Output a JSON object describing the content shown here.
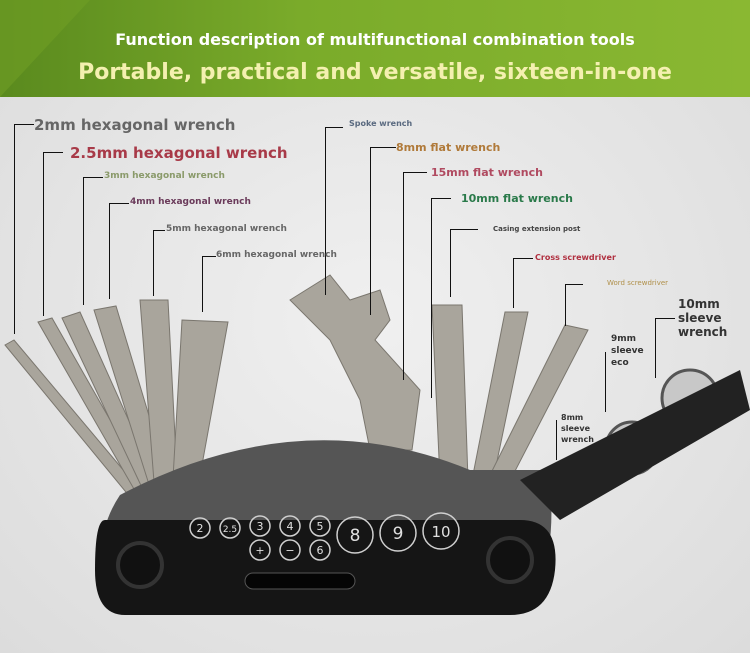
{
  "header": {
    "title": "Function description of multifunctional combination tools",
    "subtitle": "Portable, practical and versatile, sixteen-in-one"
  },
  "labels": [
    {
      "text": "2mm hexagonal wrench",
      "color": "#666666"
    },
    {
      "text": "2.5mm hexagonal wrench",
      "color": "#a83a48"
    },
    {
      "text": "3mm hexagonal wrench",
      "color": "#8a9a6a"
    },
    {
      "text": "4mm hexagonal wrench",
      "color": "#6a3a5a"
    },
    {
      "text": "5mm hexagonal wrench",
      "color": "#666666"
    },
    {
      "text": "6mm hexagonal wrench",
      "color": "#666666"
    },
    {
      "text": "Spoke wrench",
      "color": "#5a6a80"
    },
    {
      "text": "8mm flat wrench",
      "color": "#b07a3a"
    },
    {
      "text": "15mm flat wrench",
      "color": "#b04a60"
    },
    {
      "text": "10mm flat wrench",
      "color": "#2a7a4a"
    },
    {
      "text": "Casing extension post",
      "color": "#444444"
    },
    {
      "text": "Cross screwdriver",
      "color": "#b03040"
    },
    {
      "text": "Word screwdriver",
      "color": "#b0904a"
    },
    {
      "text": "10mm sleeve wrench",
      "color": "#333333"
    },
    {
      "text": "9mm sleeve eco",
      "color": "#333333"
    },
    {
      "text": "8mm sleeve wrench",
      "color": "#333333"
    }
  ],
  "tool_markings": [
    "2",
    "2.5",
    "3",
    "4",
    "5",
    "+",
    "−",
    "6",
    "8",
    "9",
    "10"
  ]
}
